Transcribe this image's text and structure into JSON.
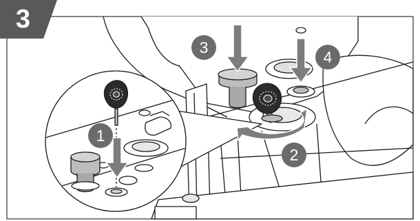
{
  "step": {
    "number": "3"
  },
  "callouts": [
    {
      "id": "1",
      "label": "1"
    },
    {
      "id": "2",
      "label": "2"
    },
    {
      "id": "3",
      "label": "3"
    },
    {
      "id": "4",
      "label": "4"
    }
  ],
  "colors": {
    "badge": "#595959",
    "callout": "#6b6b6b",
    "arrow": "#7d7d7d",
    "line": "#1a1a1a",
    "fill_light": "#f4f4f4",
    "fill_mid": "#bdbdbd",
    "fill_dark": "#2b2b2b"
  }
}
